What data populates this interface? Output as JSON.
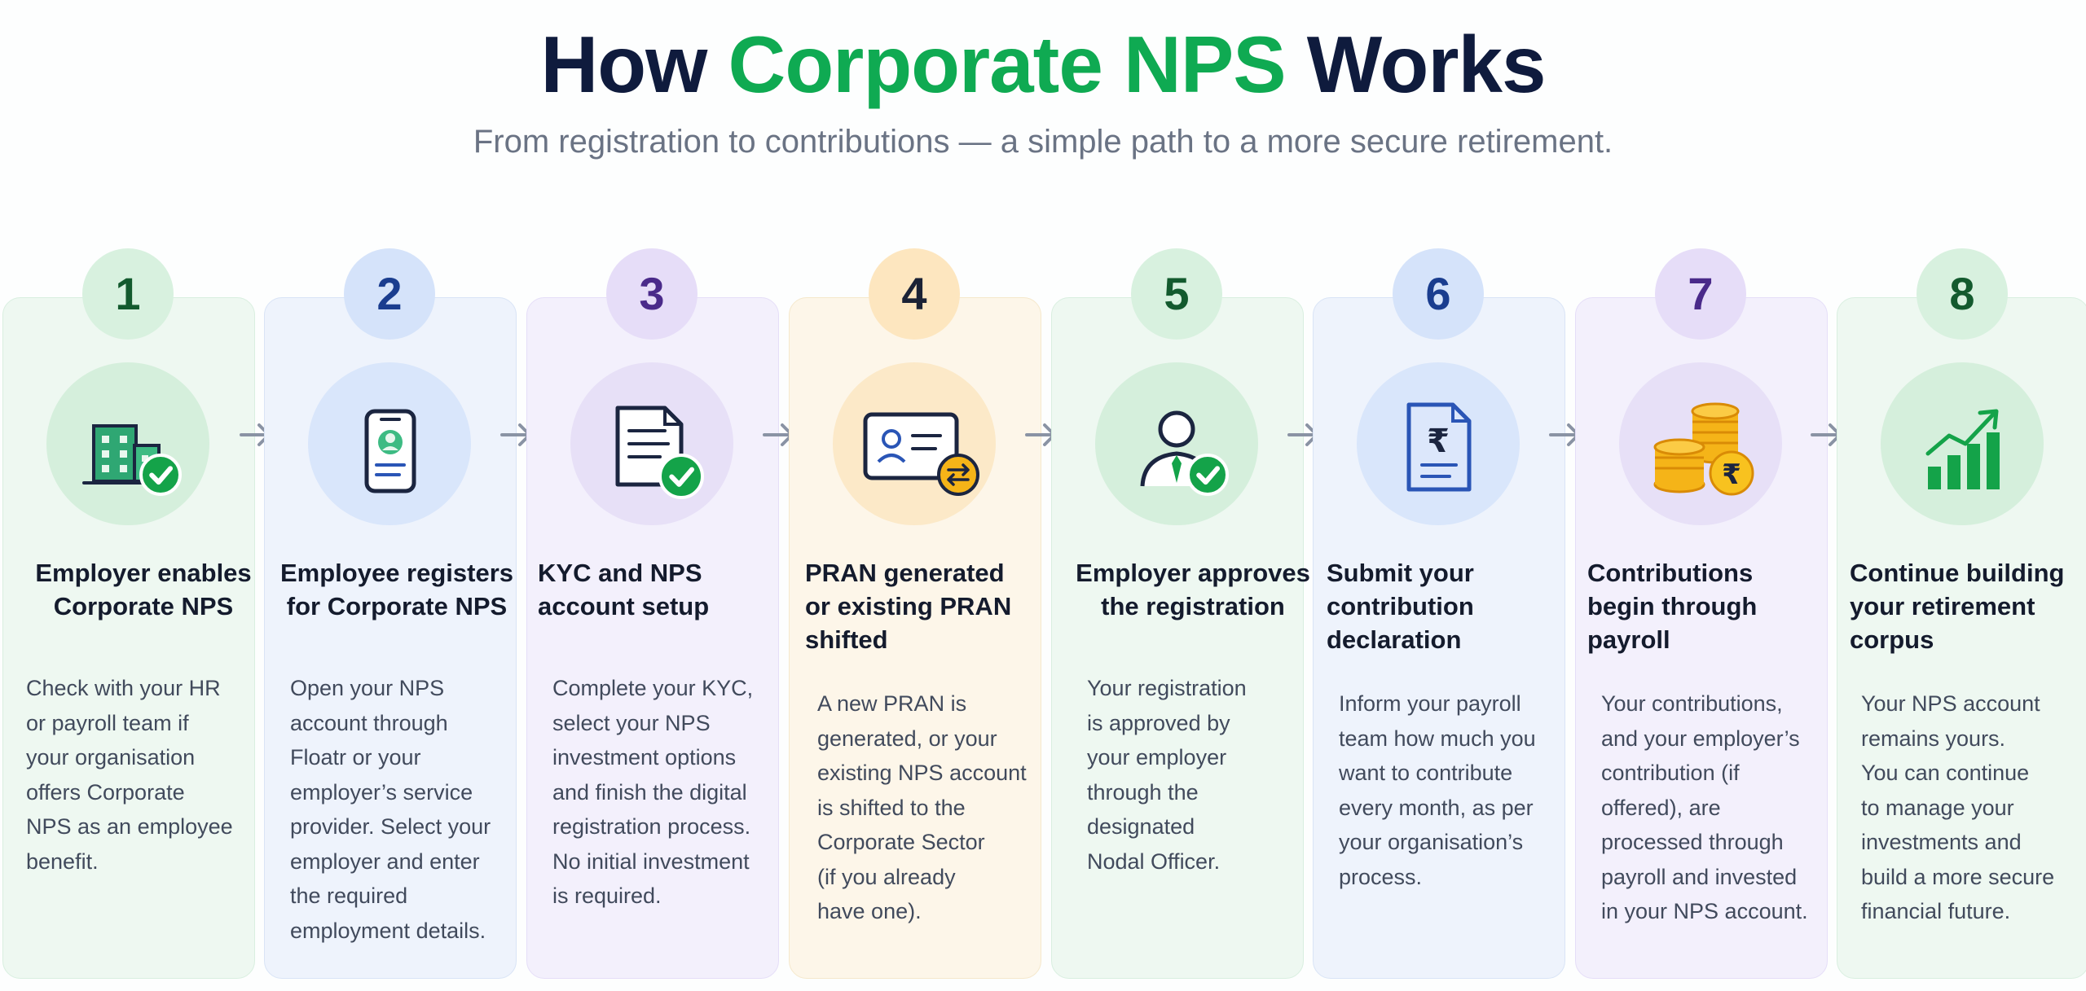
{
  "header": {
    "title_part1": "How ",
    "title_highlight": "Corporate NPS",
    "title_part2": " Works",
    "subtitle": "From registration to contributions — a simple path to a more secure retirement."
  },
  "colors": {
    "heading": "#0f1b3d",
    "accent_green": "#0faa52",
    "check_green": "#14a349",
    "coin_gold": "#f5b418",
    "icon_navy": "#1b2540",
    "icon_blue": "#2a55b6"
  },
  "steps": [
    {
      "number": "1",
      "theme": "green",
      "icon": "office-building-check-icon",
      "title_lines": [
        "Employer enables",
        "Corporate NPS"
      ],
      "desc_lines": [
        "Check with your HR",
        "or payroll team if",
        "your organisation",
        "offers Corporate",
        "NPS as an employee",
        "benefit."
      ]
    },
    {
      "number": "2",
      "theme": "blue",
      "icon": "mobile-profile-icon",
      "title_lines": [
        "Employee registers",
        "for Corporate NPS"
      ],
      "desc_lines": [
        "Open your NPS",
        "account through",
        "Floatr or your",
        "employer’s service",
        "provider. Select your",
        "employer and enter",
        "the required",
        "employment details."
      ]
    },
    {
      "number": "3",
      "theme": "purple",
      "icon": "document-check-icon",
      "title_lines": [
        "KYC and NPS",
        "account setup"
      ],
      "desc_lines": [
        "Complete your KYC,",
        "select your NPS",
        "investment options",
        "and finish the digital",
        "registration process.",
        "No initial investment",
        "is required."
      ]
    },
    {
      "number": "4",
      "theme": "orange",
      "icon": "id-card-transfer-icon",
      "title_lines": [
        "PRAN generated",
        "or existing PRAN",
        "shifted"
      ],
      "desc_lines": [
        "A new PRAN is",
        "generated, or your",
        "existing NPS account",
        "is shifted to the",
        "Corporate Sector",
        "(if you already",
        "have one)."
      ]
    },
    {
      "number": "5",
      "theme": "green",
      "icon": "officer-approval-icon",
      "title_lines": [
        "Employer approves",
        "the registration"
      ],
      "desc_lines": [
        "Your registration",
        "is approved by",
        "your employer",
        "through the",
        "designated",
        "Nodal Officer."
      ]
    },
    {
      "number": "6",
      "theme": "blue",
      "icon": "rupee-document-icon",
      "title_lines": [
        "Submit your",
        "contribution",
        "declaration"
      ],
      "desc_lines": [
        "Inform your payroll",
        "team how much you",
        "want to contribute",
        "every month, as per",
        "your organisation’s",
        "process."
      ]
    },
    {
      "number": "7",
      "theme": "purple",
      "icon": "rupee-coins-icon",
      "title_lines": [
        "Contributions",
        "begin through",
        "payroll"
      ],
      "desc_lines": [
        "Your contributions,",
        "and your employer’s",
        "contribution (if",
        "offered), are",
        "processed through",
        "payroll and invested",
        "in your NPS account."
      ]
    },
    {
      "number": "8",
      "theme": "green",
      "icon": "growth-chart-icon",
      "title_lines": [
        "Continue building",
        "your retirement",
        "corpus"
      ],
      "desc_lines": [
        "Your NPS account",
        "remains yours.",
        "You can continue",
        "to manage your",
        "investments and",
        "build a more secure",
        "financial future."
      ]
    }
  ]
}
